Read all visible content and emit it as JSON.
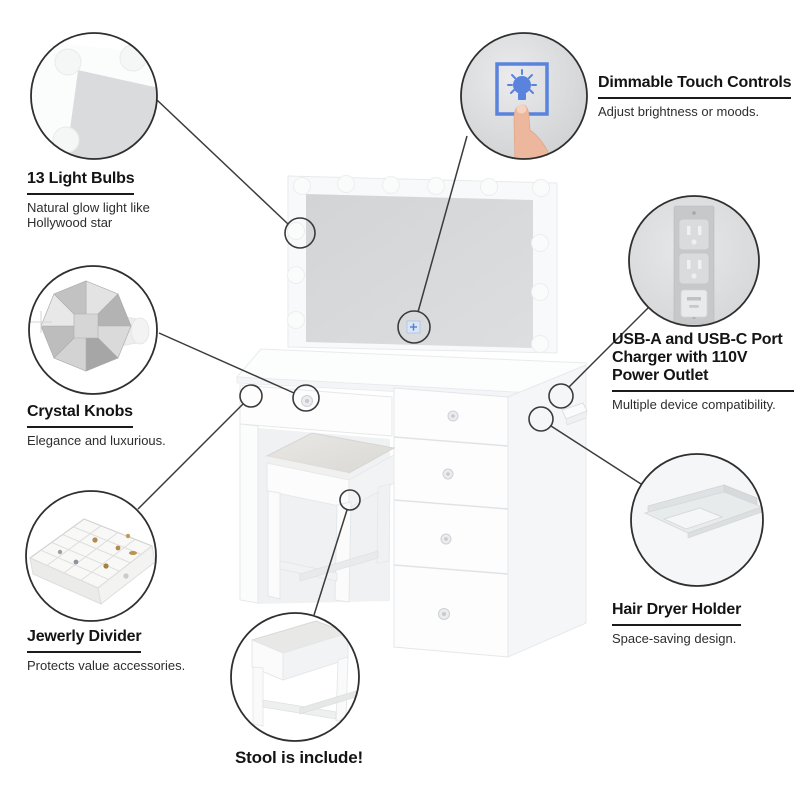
{
  "page": {
    "background": "#ffffff",
    "annotation_line_color": "#3b3b3b",
    "touch_accent_color": "#5a83dd"
  },
  "callouts": {
    "light_bulbs": {
      "title": "13 Light Bulbs",
      "description": "Natural glow light like Hollywood star"
    },
    "touch_controls": {
      "title": "Dimmable Touch Controls",
      "description": "Adjust brightness or moods."
    },
    "crystal_knobs": {
      "title": "Crystal Knobs",
      "description": "Elegance and luxurious."
    },
    "jewelry_divider": {
      "title": "Jewerly Divider",
      "description": "Protects value accessories."
    },
    "usb_charger": {
      "title": "USB-A and USB-C Port Charger with 110V Power Outlet",
      "description": "Multiple device compatibility."
    },
    "hair_dryer": {
      "title": "Hair Dryer Holder",
      "description": "Space-saving design."
    },
    "stool": {
      "title": "Stool is include!"
    }
  }
}
